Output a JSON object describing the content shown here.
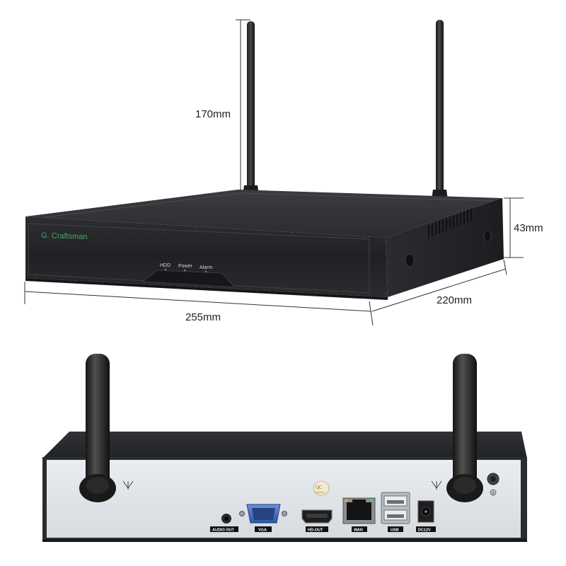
{
  "dimensions": {
    "antenna_height": "170mm",
    "depth": "43mm",
    "width": "220mm",
    "length": "255mm"
  },
  "front_panel": {
    "brand": "G. Craftsman",
    "leds": [
      "HDD",
      "Power",
      "Alarm"
    ]
  },
  "rear_panel": {
    "qc_mark": "QC",
    "qc_sub": "PASSED",
    "ports": [
      "AUDIO OUT",
      "VGA",
      "HD-OUT",
      "WAN",
      "USB",
      "DC12V"
    ]
  }
}
